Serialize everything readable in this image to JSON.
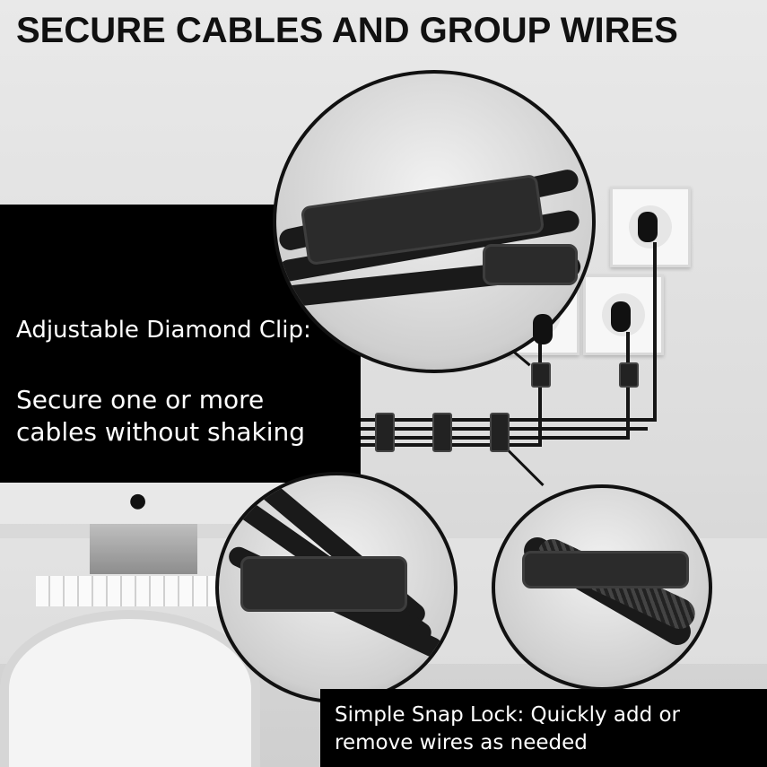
{
  "title": "SECURE CABLES AND GROUP WIRES",
  "left_panel": {
    "heading": "Adjustable Diamond Clip:",
    "body_line1": "Secure one or more",
    "body_line2": "cables without shaking"
  },
  "bottom_panel": {
    "line1": "Simple Snap Lock: Quickly add or",
    "line2": "remove wires as needed"
  },
  "icons": [
    "apple-logo-icon"
  ],
  "colors": {
    "panel": "#000000",
    "title": "#111111",
    "background": "#e2e2e2"
  }
}
